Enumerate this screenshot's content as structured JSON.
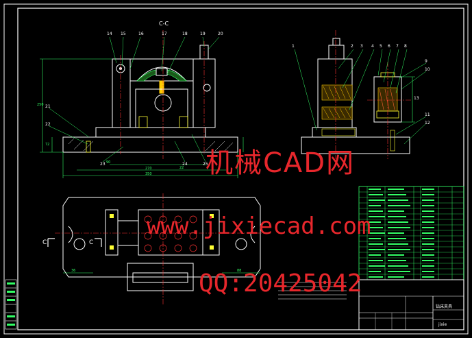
{
  "drawing": {
    "section_label": "C-C",
    "view_marker_left": "C",
    "view_marker_right": "C"
  },
  "dimensions": {
    "d_width_outer": "350",
    "d_width_mid": "270",
    "d_width_inner": "90",
    "d_height": "250",
    "d_left_small": "72",
    "d_right_small": "22",
    "d_plan_left": "36",
    "d_plan_right": "88"
  },
  "balloons_front": [
    "14",
    "15",
    "16",
    "17",
    "18",
    "19",
    "20",
    "21",
    "22",
    "23",
    "24",
    "25"
  ],
  "balloons_side": [
    "1",
    "2",
    "3",
    "4",
    "5",
    "6",
    "7",
    "8",
    "9",
    "10",
    "11",
    "12",
    "13"
  ],
  "title_block": {
    "drawing_name": "钻床夹具",
    "school": "jixie"
  },
  "watermark": {
    "title": "机械CAD网",
    "url": "www.jixiecad.com",
    "qq": "QQ:20425042"
  },
  "colors": {
    "background": "#000000",
    "border": "#ffffff",
    "outline": "#ffffff",
    "dimension": "#33ff66",
    "centerline": "#ff3333",
    "hatch": "#ffcc00",
    "highlight": "#ffff33",
    "watermark": "#e8272c"
  }
}
